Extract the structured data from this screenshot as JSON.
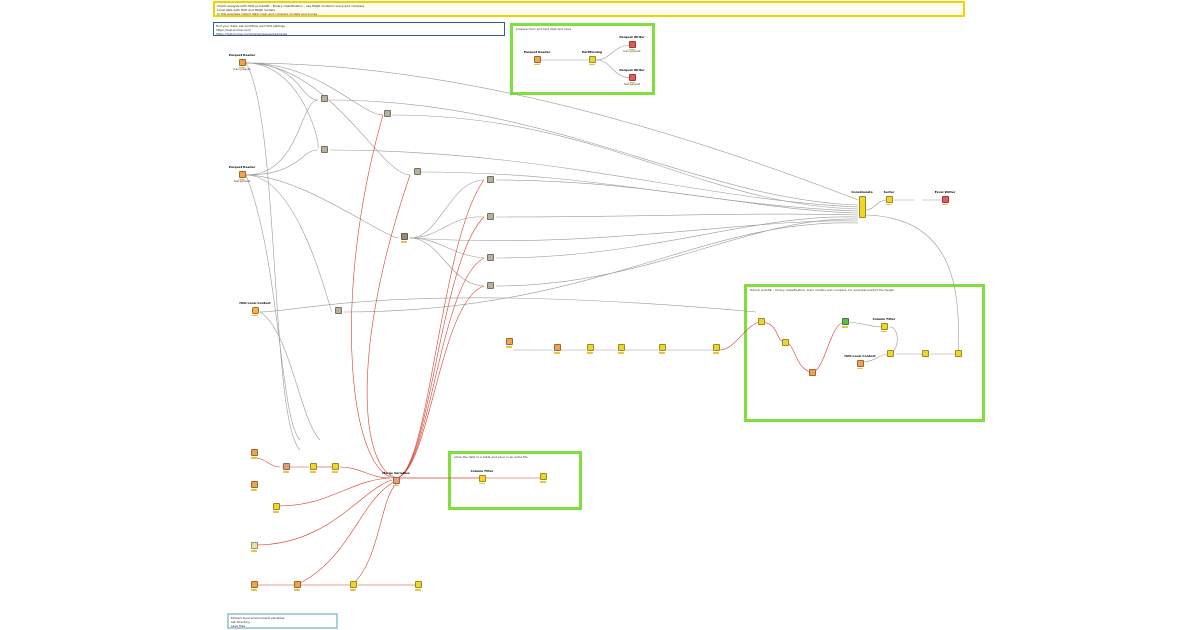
{
  "annotations": {
    "top": {
      "lines": [
        "Check analysis with H2O.ai AutoML  - Binary classification - use MOJO model to score and compare",
        "Local data with H2O and MOJO models",
        "In this example collect data, train and compare models and scores"
      ]
    },
    "blue": {
      "lines": [
        "find your data, set workflow and H2O settings",
        "https://hub.knime.com/",
        "https://hub.knime.com/knime/spaces/examples"
      ]
    },
    "parquet_box": "prepare train and test data and save",
    "h2o_box": "H2O.ai AutoML - binary classification, train models and compare, for example predict the target",
    "table_box": "show the data in a table and save in an extra file",
    "bottom": {
      "lines": [
        "Extract local environment variables",
        "set directory",
        "save files"
      ]
    }
  },
  "nodes": [
    {
      "id": "parquet-reader-1",
      "title": "Parquet Reader",
      "label": "train.parquet",
      "color": "#f3a24b"
    },
    {
      "id": "parquet-reader-2",
      "title": "Parquet Reader",
      "label": "test.parquet",
      "color": "#f3a24b"
    },
    {
      "id": "mojo-model-1",
      "title": "",
      "label": "",
      "color": "#b8b098"
    },
    {
      "id": "mojo-model-2",
      "title": "",
      "label": "",
      "color": "#b8b098"
    },
    {
      "id": "mojo-model-3",
      "title": "",
      "label": "",
      "color": "#b8b098"
    },
    {
      "id": "mojo-model-4",
      "title": "",
      "label": "",
      "color": "#b8b098"
    },
    {
      "id": "mojo-model-5",
      "title": "",
      "label": "",
      "color": "#b8b098"
    },
    {
      "id": "mojo-model-6",
      "title": "",
      "label": "",
      "color": "#b8b098"
    },
    {
      "id": "mojo-model-7",
      "title": "",
      "label": "",
      "color": "#b8b098"
    },
    {
      "id": "mojo-model-8",
      "title": "",
      "label": "",
      "color": "#b8b098"
    },
    {
      "id": "mojo-model-9",
      "title": "",
      "label": "",
      "color": "#b8b098"
    },
    {
      "id": "mojo-model-10",
      "title": "",
      "label": "",
      "color": "#b8b098"
    },
    {
      "id": "h2o-local-context",
      "title": "H2O Local Context",
      "label": "",
      "color": "#f5b341"
    },
    {
      "id": "multi-model-metanode",
      "title": "",
      "label": "",
      "color": "#9a8c74"
    },
    {
      "id": "concatenate",
      "title": "Concatenate",
      "label": "",
      "color": "#f2d52a"
    },
    {
      "id": "sorter",
      "title": "Sorter",
      "label": "",
      "color": "#f2d52a"
    },
    {
      "id": "excel-writer",
      "title": "Excel Writer",
      "label": "",
      "color": "#e85a5a"
    },
    {
      "id": "pq-parquet-reader",
      "title": "Parquet Reader",
      "label": "",
      "color": "#f3a24b"
    },
    {
      "id": "pq-partitioning",
      "title": "Partitioning",
      "label": "",
      "color": "#f2d52a"
    },
    {
      "id": "pq-writer-1",
      "title": "Parquet Writer",
      "label": "train.parquet",
      "color": "#e85a5a"
    },
    {
      "id": "pq-writer-2",
      "title": "Parquet Writer",
      "label": "test.parquet",
      "color": "#e85a5a"
    },
    {
      "id": "table-creator",
      "title": "",
      "label": "",
      "color": "#f3a24b"
    },
    {
      "id": "arff-reader",
      "title": "",
      "label": "",
      "color": "#f3a24b"
    },
    {
      "id": "column-filter-1",
      "title": "",
      "label": "",
      "color": "#f2d52a"
    },
    {
      "id": "column-filter-2",
      "title": "",
      "label": "",
      "color": "#f2d52a"
    },
    {
      "id": "row-filter",
      "title": "",
      "label": "",
      "color": "#f2d52a"
    },
    {
      "id": "table-to-var",
      "title": "",
      "label": "",
      "color": "#f2d52a"
    },
    {
      "id": "h2o-var-switch",
      "title": "",
      "label": "",
      "color": "#f2d52a"
    },
    {
      "id": "h2o-merge",
      "title": "",
      "label": "",
      "color": "#f2d52a"
    },
    {
      "id": "h2o-mojo-reader",
      "title": "",
      "label": "",
      "color": "#f3a24b"
    },
    {
      "id": "h2o-predictor",
      "title": "",
      "label": "",
      "color": "#5cbf4a"
    },
    {
      "id": "h2o-col-filter",
      "title": "Column Filter",
      "label": "",
      "color": "#f2d52a"
    },
    {
      "id": "h2o-local-ctx-2",
      "title": "H2O Local Context",
      "label": "",
      "color": "#f3a24b"
    },
    {
      "id": "h2o-join",
      "title": "",
      "label": "",
      "color": "#f2d52a"
    },
    {
      "id": "h2o-scorer",
      "title": "",
      "label": "",
      "color": "#f2d52a"
    },
    {
      "id": "h2o-concat",
      "title": "",
      "label": "",
      "color": "#f2d52a"
    },
    {
      "id": "tb-column-filter",
      "title": "Column Filter",
      "label": "",
      "color": "#f2d52a"
    },
    {
      "id": "tb-table-view",
      "title": "",
      "label": "",
      "color": "#f2d52a"
    },
    {
      "id": "env-1",
      "title": "",
      "label": "",
      "color": "#f3a24b"
    },
    {
      "id": "env-2",
      "title": "",
      "label": "",
      "color": "#f3a24b"
    },
    {
      "id": "var-a",
      "title": "",
      "label": "",
      "color": "#d9a07a"
    },
    {
      "id": "var-b",
      "title": "",
      "label": "",
      "color": "#f2d52a"
    },
    {
      "id": "var-c",
      "title": "",
      "label": "",
      "color": "#f2d52a"
    },
    {
      "id": "var-d",
      "title": "",
      "label": "",
      "color": "#f2d52a"
    },
    {
      "id": "merge-variables",
      "title": "Merge Variables",
      "label": "",
      "color": "#e8a07a"
    },
    {
      "id": "extract-ctx",
      "title": "",
      "label": "",
      "color": "#e9e3a0"
    },
    {
      "id": "env-3",
      "title": "",
      "label": "",
      "color": "#f3a24b"
    },
    {
      "id": "env-4",
      "title": "",
      "label": "",
      "color": "#f3a24b"
    },
    {
      "id": "var-e",
      "title": "",
      "label": "",
      "color": "#f2d52a"
    },
    {
      "id": "var-f",
      "title": "",
      "label": "",
      "color": "#f2d52a"
    }
  ]
}
